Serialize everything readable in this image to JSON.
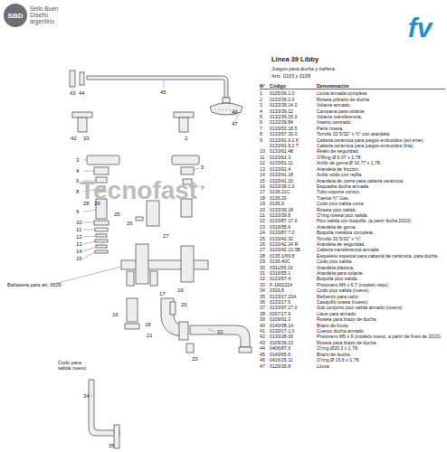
{
  "diagram": {
    "title": "Linea 39 Libby",
    "nodes": [
      {
        "text": [
          "SBD"
        ]
      },
      {
        "text": [
          "fv"
        ]
      }
    ],
    "labels": [
      "Sello Buen Diseño argentino",
      "Juegos para ducha y bañera.",
      "Arts. 0103 y 0109",
      "Tecnofast",
      "43",
      "44",
      "45",
      "46",
      "47",
      "42",
      "33",
      "2",
      "3",
      "4",
      "5",
      "6",
      "7",
      "8",
      "28",
      "29",
      "9",
      "10",
      "11",
      "12",
      "13",
      "14",
      "15",
      "25",
      "26",
      "27",
      "16",
      "17",
      "19",
      "20",
      "18",
      "21",
      "22",
      "23",
      "34",
      "35",
      "Codo para salida nuevo.",
      "Bañadera para art. 0109",
      "N°",
      "Código",
      "Denominación",
      "1",
      "0105/39.1.0",
      "Lluvia armada completa.",
      "2",
      "0133/39.1.0",
      "Roseta p/brazo de ducha.",
      "3",
      "0133/39.14.0",
      "Volante armado.",
      "4",
      "0133/39.12",
      "Campana para volante.",
      "5",
      "0133/39.15.0",
      "Volante transferencia.",
      "6",
      "0133/39.84",
      "Inserto centrado.",
      "7",
      "0133/53.18.5",
      "Parte roseta.",
      "8",
      "0133/57.33.0",
      "Tornillo 32 5/32\" x ½\" con arandela.",
      "9",
      "0133/91.9.2 K",
      "Cabeza cerámica para juegos embutidos (sol ente).",
      "0133/91.9.2 T",
      "Cabeza cerámica para juegos embutidos (fria).",
      "10",
      "0133/61.48",
      "Retén de seguridad.",
      "11",
      "0133/61.3",
      "O'Ring Ø 9,07 x 1,78.",
      "12",
      "0133/61.11",
      "Anillo de goma Ø 10,77 x 1,78.",
      "13",
      "0133/91.4",
      "Arandela de fricción.",
      "14",
      "0133/41.18",
      "Anillo roldo con rejilla.",
      "15",
      "0133/41.10",
      "Arandela de cierre para cabeza cerámica.",
      "16",
      "0133/39.1.0",
      "Esquadra ducha armada.",
      "17",
      "0136.21C",
      "Tubo soporte cónico.",
      "18",
      "0136.20",
      "Tuerca ½\" Gas.",
      "19",
      "0136.9",
      "Codo pico salida corta.",
      "20",
      "0133/39.18",
      "Roseta pico salida.",
      "21",
      "0133/39.8",
      "O'ring roseta pico salida.",
      "22",
      "0133/87.17.0",
      "Pico salida con boquilla. (a partir fecha 2010).",
      "23",
      "0316/55.6",
      "Arandela de goma.",
      "24",
      "0133/87.7.0",
      "Boquilla metálica completa.",
      "25",
      "0133/42.32",
      "Tornillo 32 5/32\" x ½\".",
      "26",
      "0133/42.24 R",
      "Arandela de seguridad.",
      "27",
      "0133/42.13.0B",
      "Cabeza transferencia armada.",
      "28",
      "0135.1/69.8",
      "Esqueleto especial para cabezal de cerámica, para ducha.",
      "29",
      "0136.40C",
      "Codo pico salida.",
      "30",
      "0311/55.16",
      "Arandela plástica.",
      "31",
      "0316/55.1",
      "Arandela para volante.",
      "32",
      "0133/57.4",
      "Boquilla pico salida.",
      "33",
      "F-1901224",
      "Prisionero M4 x 6.7 (modelo viejo).",
      "34",
      "0316.8",
      "Codo pico salida (nuevo).",
      "35",
      "0133/17.23A",
      "Refuerzo para caño.",
      "36",
      "0133/17.6",
      "Casquillo roseta (nuevo).",
      "37",
      "0133/97.17.0",
      "Sub conjunto pico salida armado (nuevo).",
      "38",
      "0207/17.9",
      "Llave para armado.",
      "39",
      "0109/91.3",
      "Roseta para brazo de ducha.",
      "40",
      "0140/08.1A",
      "Brazo de lluvia.",
      "41",
      "0130/17.1.0",
      "Cuerpo ducha armado.",
      "42",
      "0133/28.00",
      "Prisionero M5 x 6 (modelo nuevo, a partir de fines de 2013).",
      "43",
      "0109/39.13",
      "Roseta para brazo de ducha.",
      "44",
      "0406/87.6",
      "O'ring Ø20,3 x 1,78.",
      "45",
      "0140/65.6",
      "Brazo de ducha.",
      "46",
      "0416/15.11",
      "O'ring Ø 15,6 x 1,78.",
      "47",
      "0126/39.8",
      "Lluvia."
    ]
  }
}
